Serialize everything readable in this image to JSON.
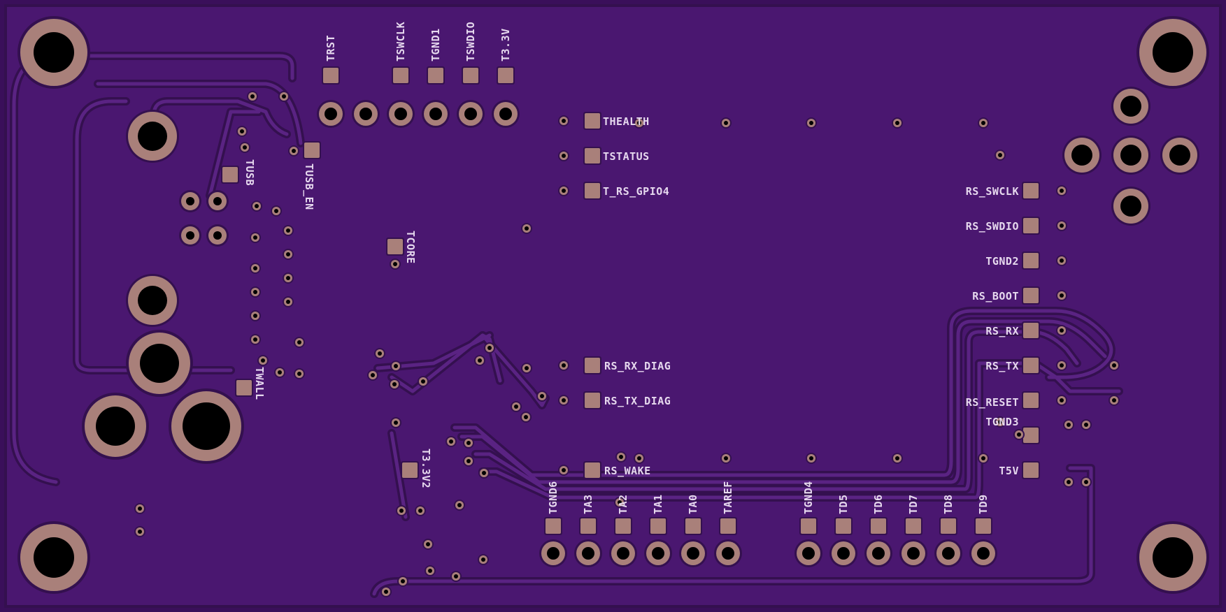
{
  "board": {
    "colors": {
      "background": "#3a0f5a",
      "substrate": "#4a1770",
      "trace": "#5a2383",
      "trace_outline": "#34104f",
      "pad_copper": "#a9807a",
      "drill": "#000000",
      "silkscreen": "#e6d8ee"
    },
    "mounting_hole_icon": "mounting-hole-icon",
    "labels_top": [
      "TRST",
      "TSWCLK",
      "TGND1",
      "TSWDIO",
      "T3.3V"
    ],
    "labels_left_test": [
      "THEALTH",
      "TSTATUS",
      "T_RS_GPIO4"
    ],
    "labels_mid": [
      "RS_RX_DIAG",
      "RS_TX_DIAG",
      "RS_WAKE"
    ],
    "labels_right": [
      "RS_SWCLK",
      "RS_SWDIO",
      "TGND2",
      "RS_BOOT",
      "RS_RX",
      "RS_TX",
      "RS_RESET",
      "TGND3",
      "T5V"
    ],
    "labels_bottom": [
      "TGND6",
      "TA3",
      "TA2",
      "TA1",
      "TA0",
      "TAREF",
      "TGND4",
      "TD5",
      "TD6",
      "TD7",
      "TD8",
      "TD9"
    ],
    "labels_misc": [
      "TUSB",
      "TUSB_EN",
      "TCORE",
      "TWALL",
      "T3.3V2"
    ]
  }
}
